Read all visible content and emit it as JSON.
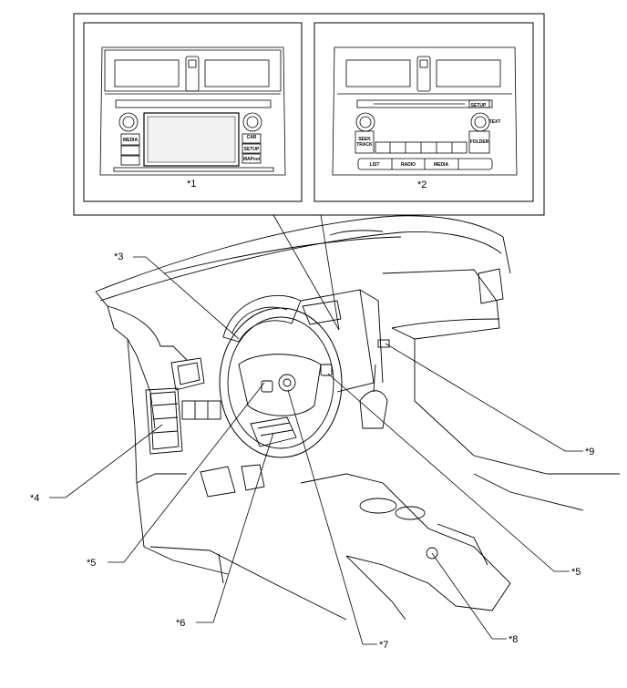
{
  "callouts": {
    "c1": "*1",
    "c2": "*2",
    "c3": "*3",
    "c4": "*4",
    "c5a": "*5",
    "c5b": "*5",
    "c6": "*6",
    "c7": "*7",
    "c8": "*8",
    "c9": "*9"
  },
  "panel1": {
    "media": "MEDIA",
    "car": "CAR",
    "setup": "SETUP",
    "map": "MAPvoi"
  },
  "panel2": {
    "setup": "SETUP",
    "text": "TEXT",
    "seek": "SEEK",
    "track": "TRACK",
    "folder": "FOLDER",
    "list": "LIST",
    "radio": "RADIO",
    "media": "MEDIA"
  }
}
